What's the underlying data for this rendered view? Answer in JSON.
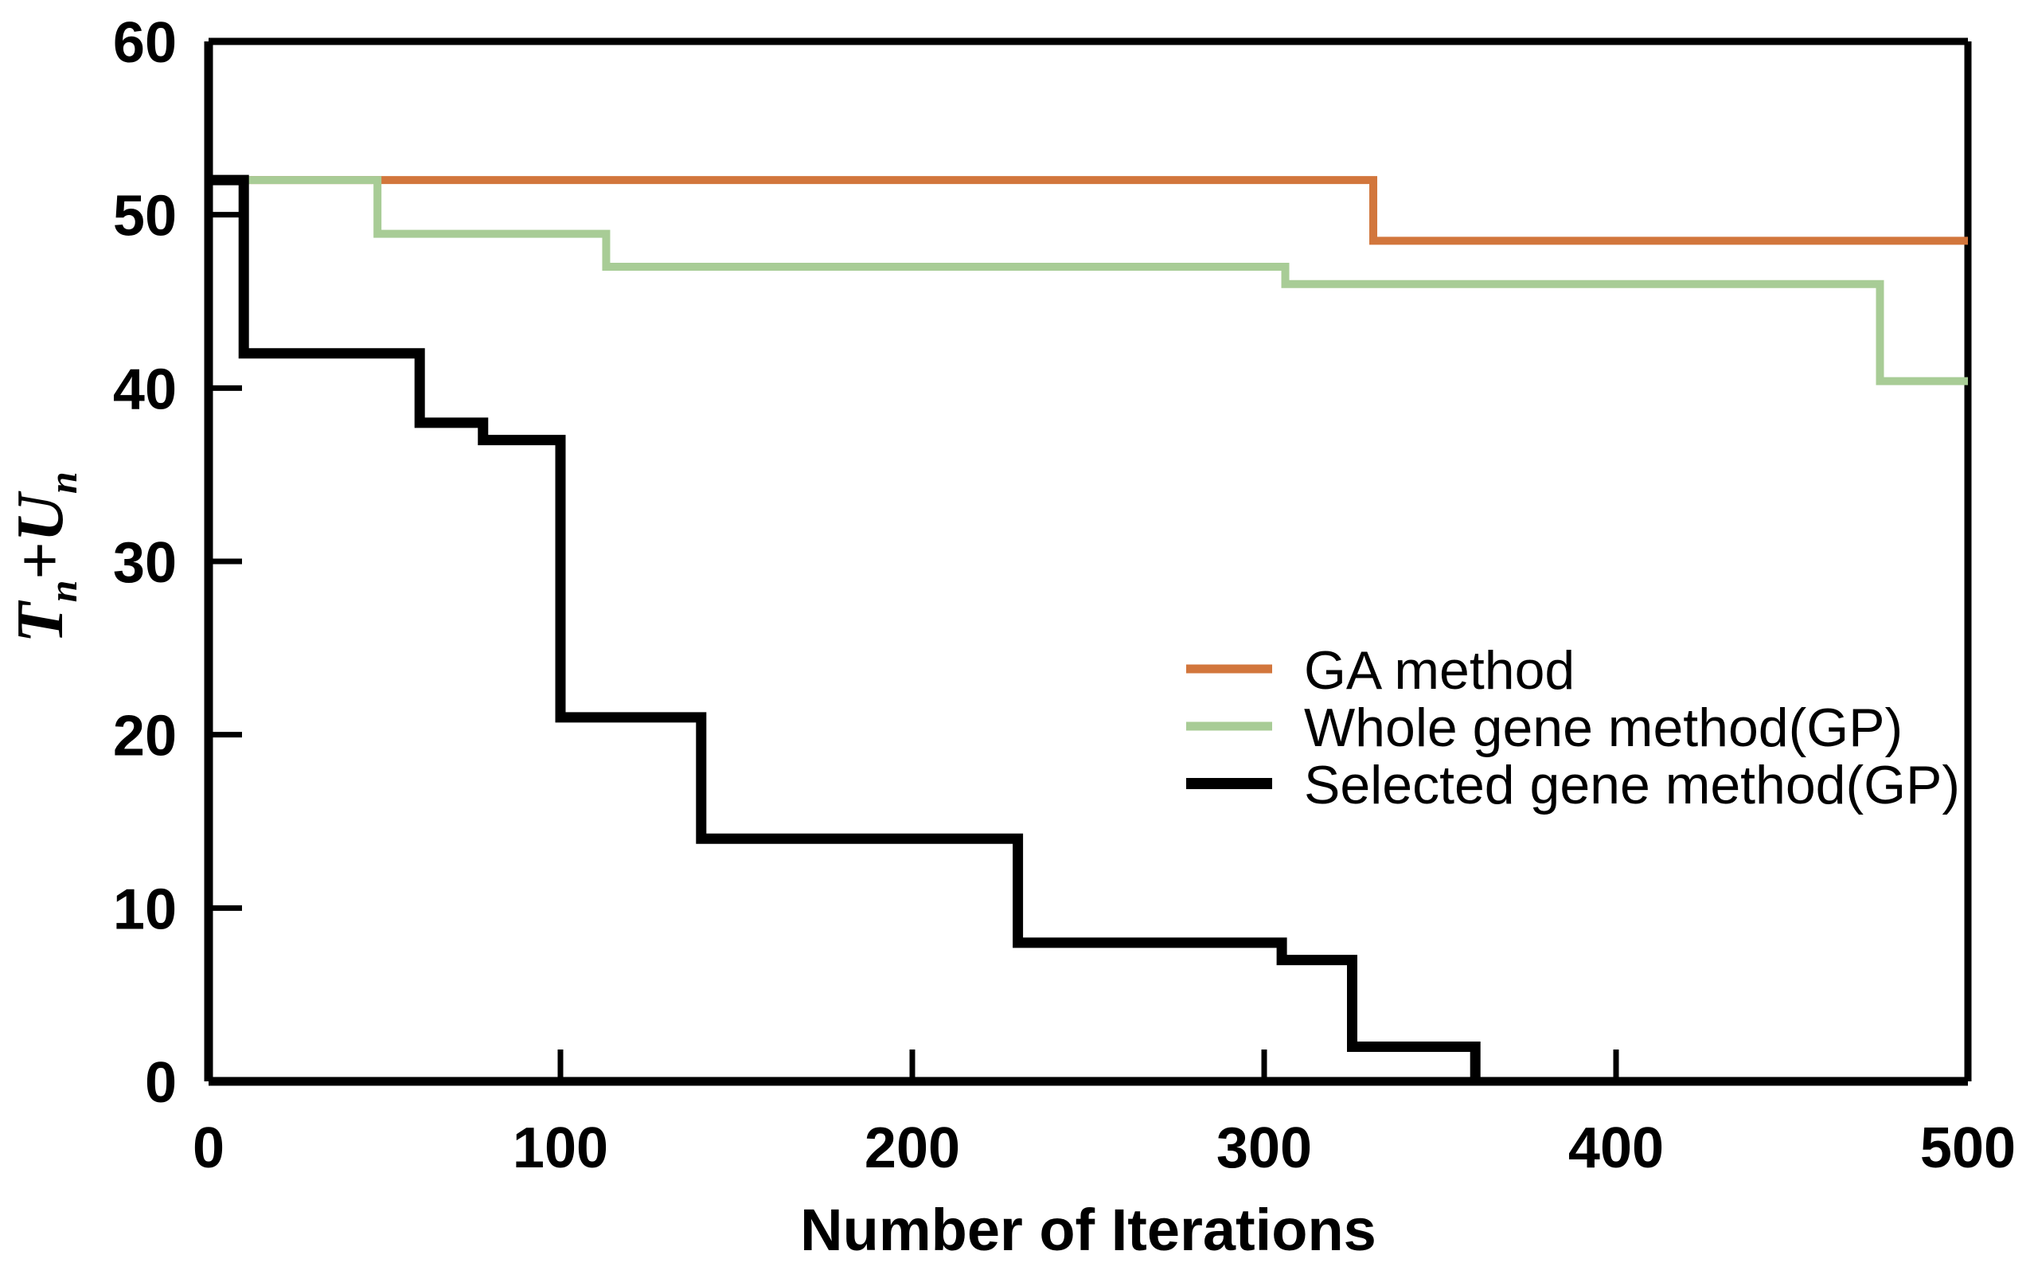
{
  "chart_data": {
    "type": "line",
    "title": "",
    "xlabel": "Number of Iterations",
    "ylabel": "T_n + U_n",
    "ylabel_parts": {
      "t": "T",
      "t_sub": "n",
      "plus": "+",
      "u": "U",
      "u_sub": "n"
    },
    "xlim": [
      0,
      500
    ],
    "ylim": [
      0,
      60
    ],
    "xticks": [
      0,
      100,
      200,
      300,
      400,
      500
    ],
    "yticks": [
      0,
      10,
      20,
      30,
      40,
      50,
      60
    ],
    "xtick_labels": [
      "0",
      "100",
      "200",
      "300",
      "400",
      "500"
    ],
    "ytick_labels": [
      "0",
      "10",
      "20",
      "30",
      "40",
      "50",
      "60"
    ],
    "grid": false,
    "legend_position": "center-right",
    "step_style": "post",
    "series": [
      {
        "name": "GA method",
        "color": "#D2763C",
        "points": [
          {
            "x": 0,
            "y": 52
          },
          {
            "x": 331,
            "y": 52
          },
          {
            "x": 331,
            "y": 48.5
          },
          {
            "x": 500,
            "y": 48.5
          }
        ]
      },
      {
        "name": "Whole gene method(GP)",
        "color": "#A8CC96",
        "points": [
          {
            "x": 0,
            "y": 52
          },
          {
            "x": 48,
            "y": 52
          },
          {
            "x": 48,
            "y": 48.9
          },
          {
            "x": 113,
            "y": 48.9
          },
          {
            "x": 113,
            "y": 47
          },
          {
            "x": 306,
            "y": 47
          },
          {
            "x": 306,
            "y": 46
          },
          {
            "x": 475,
            "y": 46
          },
          {
            "x": 475,
            "y": 40.4
          },
          {
            "x": 500,
            "y": 40.4
          }
        ]
      },
      {
        "name": "Selected gene method(GP)",
        "color": "#000000",
        "points": [
          {
            "x": 0,
            "y": 52
          },
          {
            "x": 10,
            "y": 52
          },
          {
            "x": 10,
            "y": 42
          },
          {
            "x": 60,
            "y": 42
          },
          {
            "x": 60,
            "y": 38
          },
          {
            "x": 78,
            "y": 38
          },
          {
            "x": 78,
            "y": 37
          },
          {
            "x": 100,
            "y": 37
          },
          {
            "x": 100,
            "y": 21
          },
          {
            "x": 140,
            "y": 21
          },
          {
            "x": 140,
            "y": 14
          },
          {
            "x": 230,
            "y": 14
          },
          {
            "x": 230,
            "y": 8
          },
          {
            "x": 305,
            "y": 8
          },
          {
            "x": 305,
            "y": 7
          },
          {
            "x": 325,
            "y": 7
          },
          {
            "x": 325,
            "y": 2
          },
          {
            "x": 360,
            "y": 2
          },
          {
            "x": 360,
            "y": 0
          }
        ]
      }
    ],
    "legend": [
      {
        "label": "GA method",
        "color": "#D2763C"
      },
      {
        "label": "Whole gene method(GP)",
        "color": "#A8CC96"
      },
      {
        "label": "Selected gene method(GP)",
        "color": "#000000"
      }
    ]
  }
}
